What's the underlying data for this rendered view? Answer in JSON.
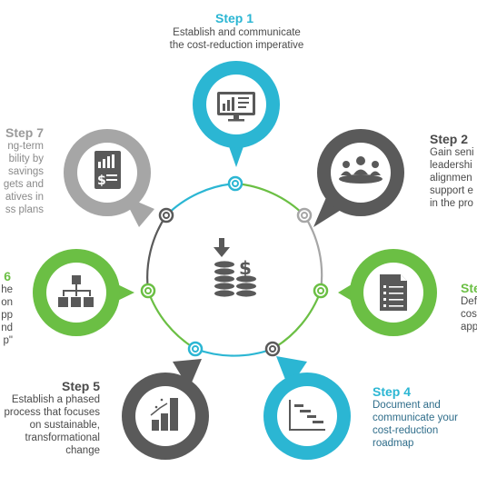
{
  "colors": {
    "blue": "#2bb6d3",
    "dark": "#5a5a5a",
    "gray": "#a6a6a6",
    "green": "#6bbf44"
  },
  "icons": {
    "step1": "monitor-chart-icon",
    "step2": "meeting-group-icon",
    "step3": "checklist-document-icon",
    "step4": "gantt-chart-icon",
    "step5": "rising-bar-chart-icon",
    "step6": "org-chart-icon",
    "step7": "budget-report-icon",
    "center": "coins-dollar-icon"
  },
  "steps": {
    "step1": {
      "title": "Step 1",
      "lines": [
        "Establish and communicate",
        "the cost-reduction imperative"
      ]
    },
    "step2": {
      "title": "Step 2",
      "lines": [
        "Gain seni",
        "leadershi",
        "alignmen",
        "support e",
        "in the pro"
      ]
    },
    "step3": {
      "title": "Ste",
      "lines": [
        "Def",
        "cos",
        "app"
      ]
    },
    "step4": {
      "title": "Step 4",
      "lines": [
        "Document and",
        "communicate your",
        "cost-reduction",
        "roadmap"
      ]
    },
    "step5": {
      "title": "Step 5",
      "lines": [
        "Establish a phased",
        "process that focuses",
        "on sustainable,",
        "transformational",
        "change"
      ]
    },
    "step6": {
      "title": "6",
      "lines": [
        "he",
        "on",
        "pp",
        "nd",
        "p\""
      ]
    },
    "step7": {
      "title": "Step 7",
      "lines": [
        "ng-term",
        "bility by",
        "savings",
        "gets and",
        "atives in",
        "ss plans"
      ]
    }
  }
}
